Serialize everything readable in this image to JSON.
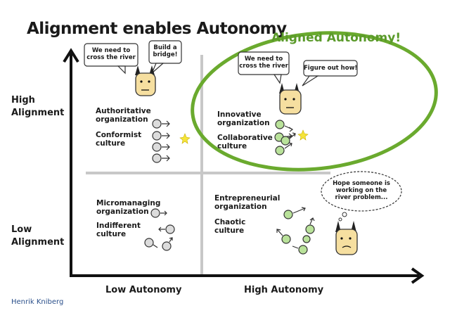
{
  "title": "Alignment enables Autonomy",
  "highlight_label": "Aligned Autonomy!",
  "y_axis": {
    "high": "High\nAlignment",
    "low": "Low\nAlignment"
  },
  "x_axis": {
    "low": "Low Autonomy",
    "high": "High Autonomy"
  },
  "quadrants": {
    "top_left": {
      "org": "Authoritative\norganization",
      "culture": "Conformist\nculture"
    },
    "top_right": {
      "org": "Innovative\norganization",
      "culture": "Collaborative\nculture"
    },
    "bottom_left": {
      "org": "Micromanaging\norganization",
      "culture": "Indifferent\nculture"
    },
    "bottom_right": {
      "org": "Entrepreneurial\norganization",
      "culture": "Chaotic\nculture"
    }
  },
  "bubbles": {
    "tl_need": "We need to\ncross the river",
    "tl_build": "Build a\nbridge!",
    "tr_need": "We need to\ncross the river",
    "tr_figure": "Figure out how!",
    "br_hope": "Hope someone is\nworking on the\nriver problem..."
  },
  "author": "Henrik Kniberg",
  "colors": {
    "accent_green": "#6aaa2e",
    "face_green": "#b9e29a",
    "face_gray": "#dcdcdc",
    "star": "#f5e43a",
    "boss_face": "#f6dfa0",
    "author_blue": "#2a4f8a"
  }
}
